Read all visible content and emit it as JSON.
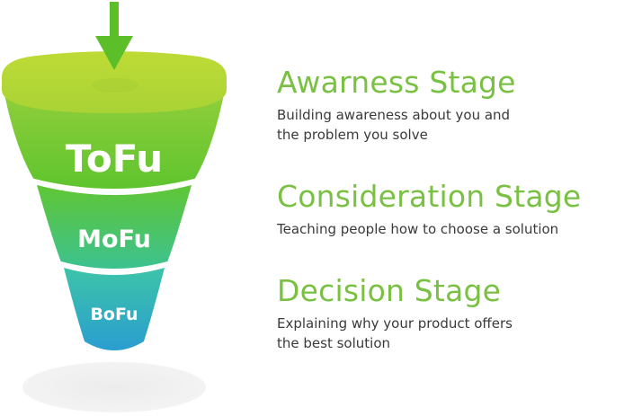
{
  "funnel": {
    "levels": [
      {
        "label": "ToFu",
        "color_top": "#8dcc3a",
        "color_bottom": "#5cc22d"
      },
      {
        "label": "MoFu",
        "color_top": "#5ec62f",
        "color_bottom": "#3bc08f"
      },
      {
        "label": "BoFu",
        "color_top": "#3cc3a5",
        "color_bottom": "#2a9fcf"
      }
    ],
    "rim_color": "#c3dc34",
    "arrow_color": "#5cbf2a"
  },
  "stages": [
    {
      "title": "Awarness Stage",
      "description": "Building awareness about you and\nthe problem you solve"
    },
    {
      "title": "Consideration Stage",
      "description": "Teaching people how to choose a solution"
    },
    {
      "title": "Decision Stage",
      "description": "Explaining why your product offers\nthe best solution"
    }
  ],
  "colors": {
    "title": "#7ac143",
    "text": "#3a3a3a"
  }
}
